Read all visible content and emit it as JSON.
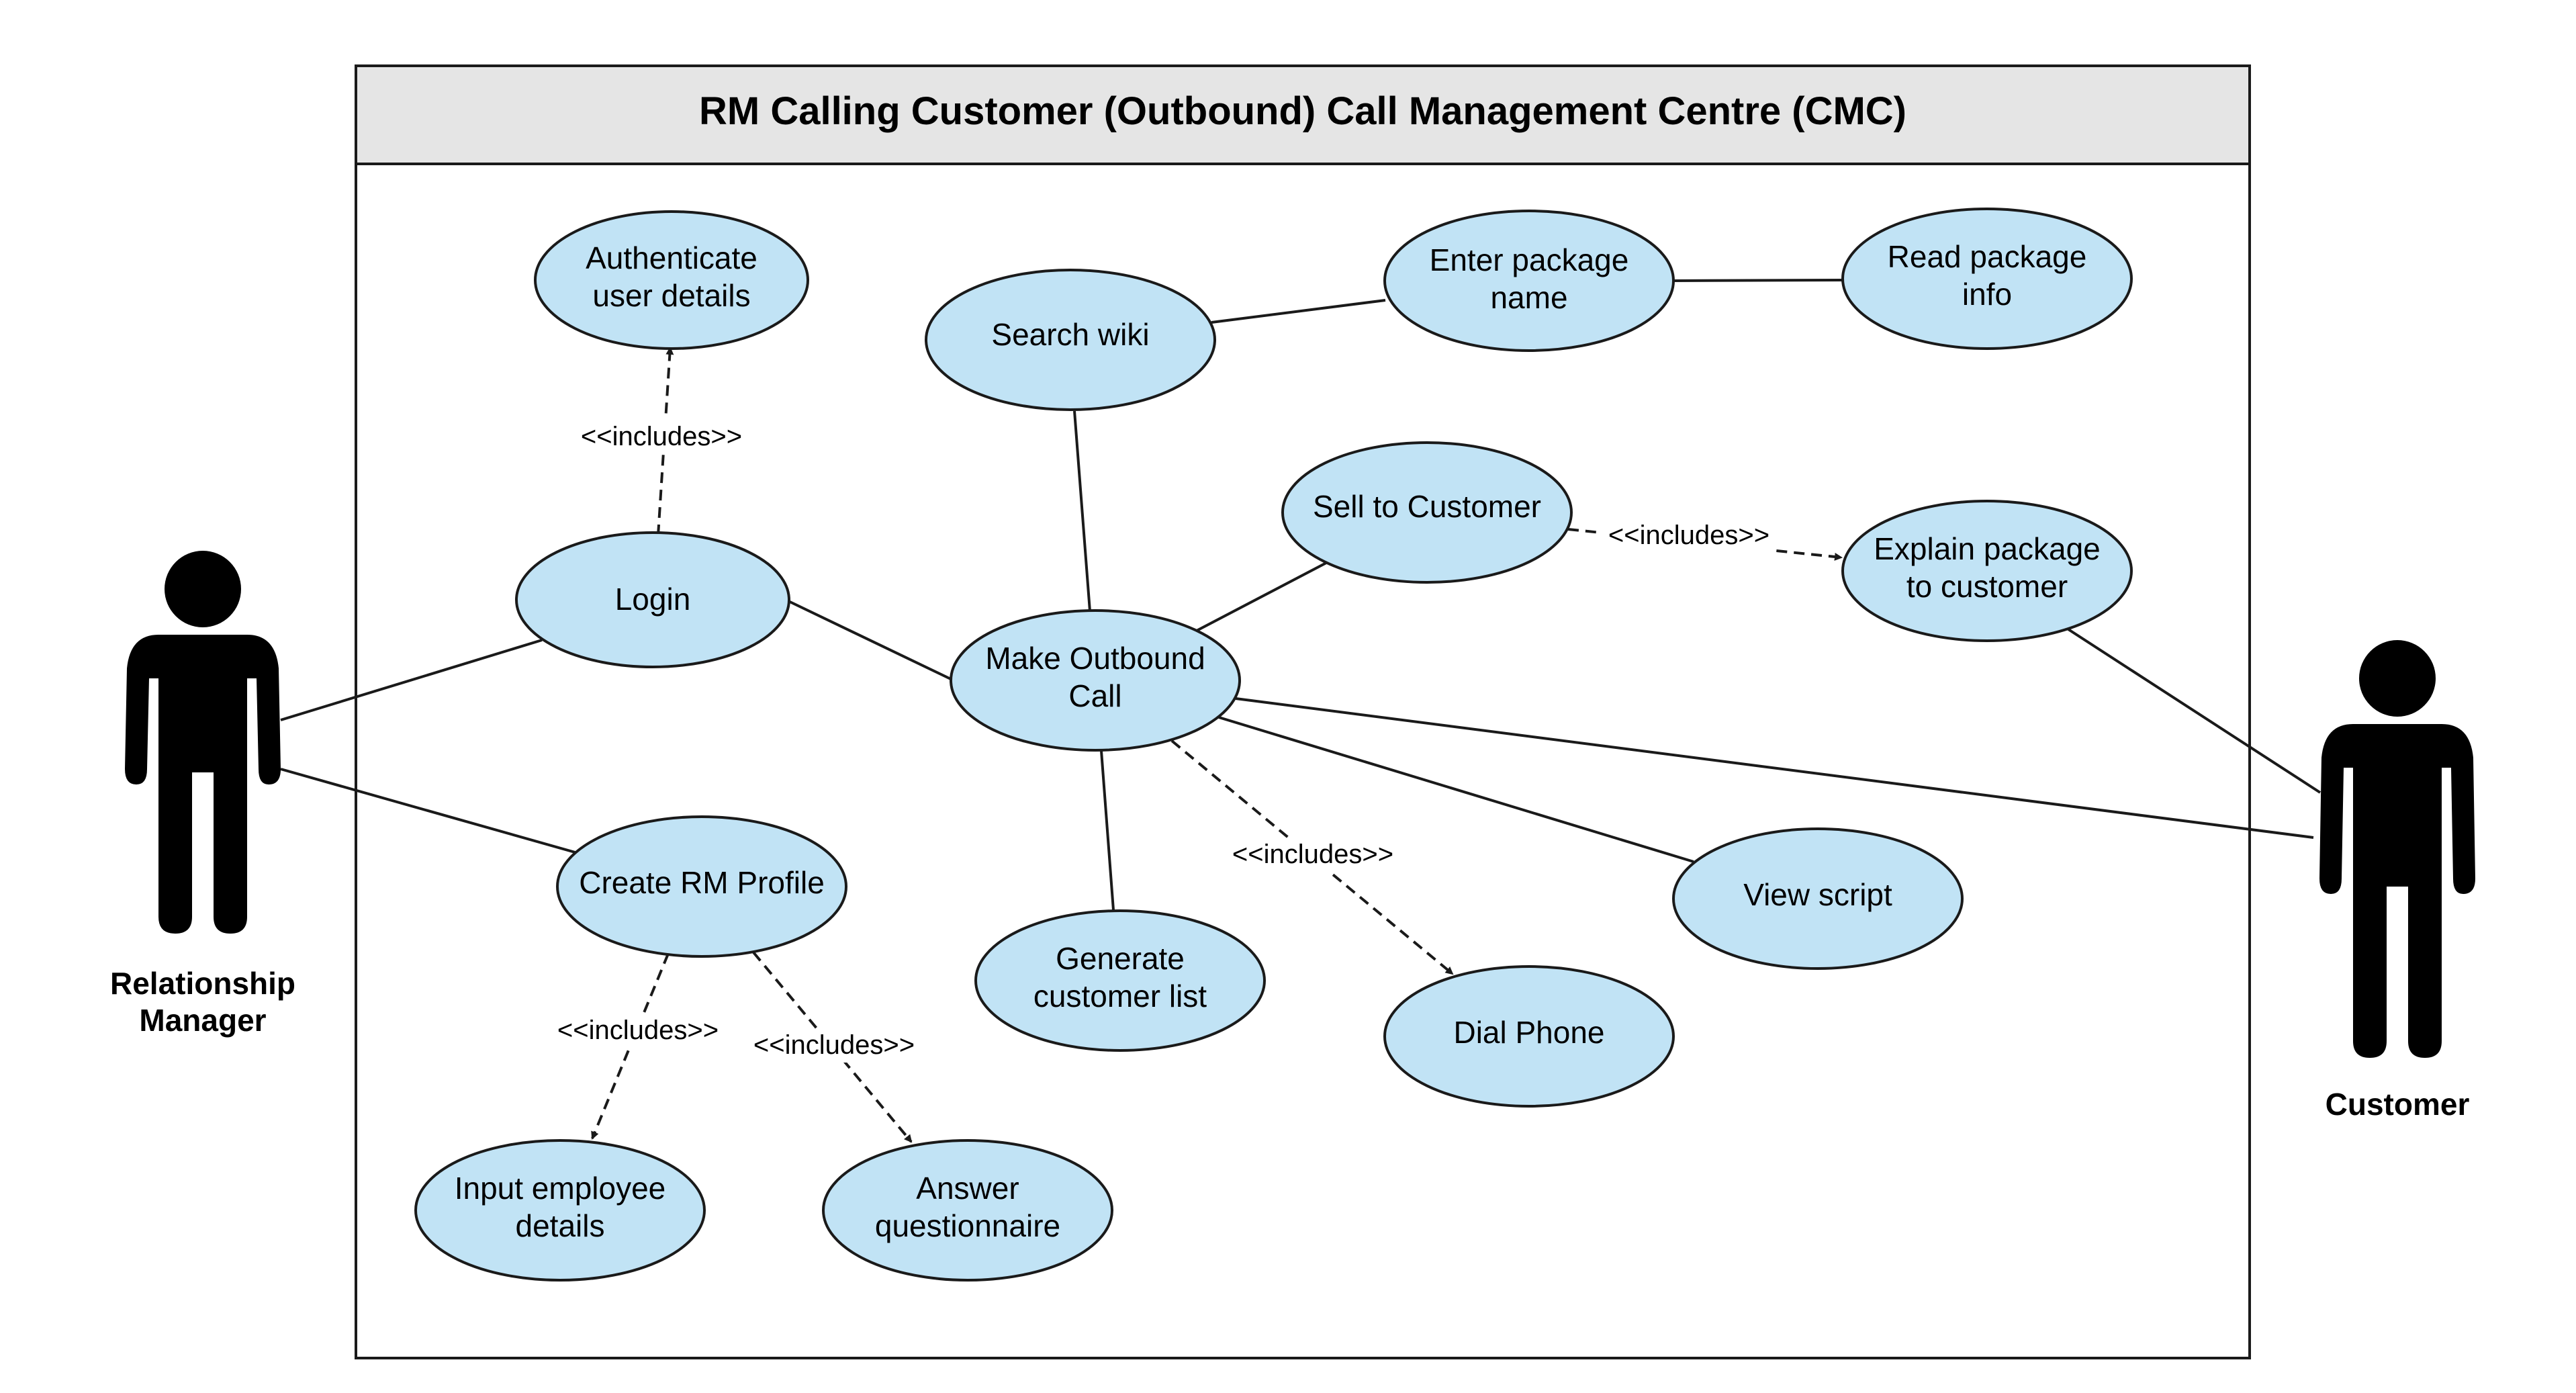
{
  "system": {
    "title": "RM Calling Customer (Outbound) Call Management Centre (CMC)"
  },
  "actors": {
    "relationship_manager": {
      "line1": "Relationship",
      "line2": "Manager"
    },
    "customer": {
      "label": "Customer"
    }
  },
  "use_cases": {
    "authenticate": {
      "line1": "Authenticate",
      "line2": "user details"
    },
    "login": {
      "label": "Login"
    },
    "create_rm_profile": {
      "label": "Create RM Profile"
    },
    "input_employee": {
      "line1": "Input employee",
      "line2": "details"
    },
    "answer_questionnaire": {
      "line1": "Answer",
      "line2": "questionnaire"
    },
    "search_wiki": {
      "label": "Search wiki"
    },
    "enter_package": {
      "line1": "Enter package",
      "line2": "name"
    },
    "read_package": {
      "line1": "Read package",
      "line2": "info"
    },
    "sell_to_customer": {
      "label": "Sell to Customer"
    },
    "explain_package": {
      "line1": "Explain package",
      "line2": "to customer"
    },
    "make_outbound_call": {
      "line1": "Make Outbound",
      "line2": "Call"
    },
    "generate_list": {
      "line1": "Generate",
      "line2": "customer list"
    },
    "dial_phone": {
      "label": "Dial Phone"
    },
    "view_script": {
      "label": "View script"
    }
  },
  "relations": {
    "includes_label": "<<includes>>"
  },
  "colors": {
    "usecase_fill": "#c1e3f5",
    "header_fill": "#e5e5e5",
    "stroke": "#1a1a1a",
    "actor": "#000000"
  }
}
